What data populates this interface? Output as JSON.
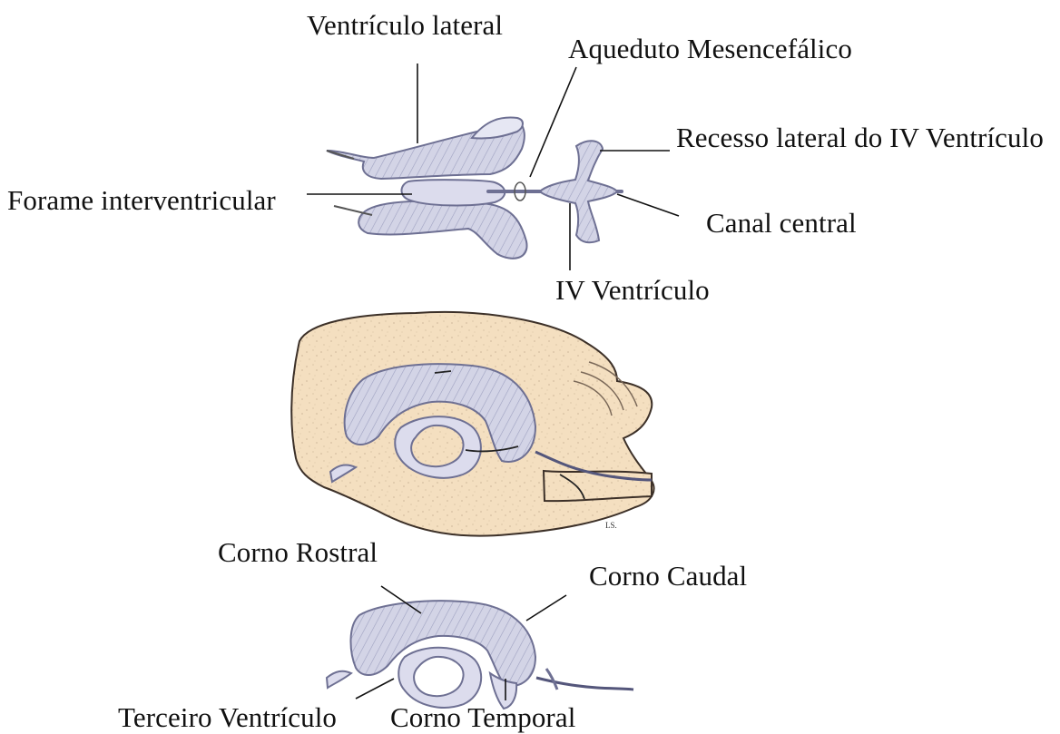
{
  "labels": {
    "ventriculo_lateral": "Ventrículo lateral",
    "aqueduto_mesencefalico": "Aqueduto Mesencefálico",
    "recesso_lateral": "Recesso lateral do IV Ventrículo",
    "forame_interventricular": "Forame interventricular",
    "canal_central": "Canal central",
    "iv_ventriculo": "IV Ventrículo",
    "corno_rostral": "Corno Rostral",
    "corno_caudal": "Corno Caudal",
    "terceiro_ventriculo": "Terceiro Ventrículo",
    "corno_temporal": "Corno Temporal"
  },
  "signature": "LS.",
  "colors": {
    "ventricle_fill": "#d3d4e6",
    "ventricle_shade": "#8e90b2",
    "brain_fill": "#f4dfc0",
    "brain_outline": "#3c3028",
    "line": "#111111"
  }
}
